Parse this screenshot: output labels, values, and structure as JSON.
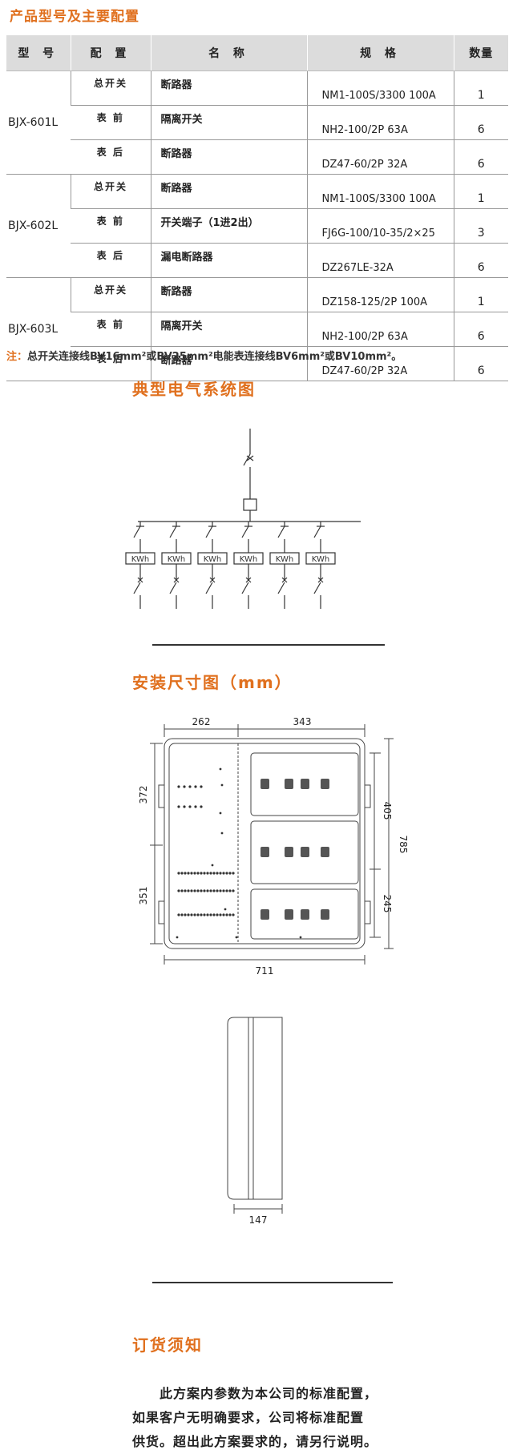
{
  "header": {
    "title": "产品型号及主要配置"
  },
  "table": {
    "headers": [
      "型 号",
      "配 置",
      "名 称",
      "规 格",
      "数量"
    ],
    "groups": [
      {
        "model": "BJX-601L",
        "rows": [
          {
            "config": "总开关",
            "name": "断路器",
            "spec": "NM1-100S/3300 100A",
            "qty": "1"
          },
          {
            "config": "表 前",
            "name": "隔离开关",
            "spec": "NH2-100/2P 63A",
            "qty": "6"
          },
          {
            "config": "表 后",
            "name": "断路器",
            "spec": "DZ47-60/2P 32A",
            "qty": "6"
          }
        ]
      },
      {
        "model": "BJX-602L",
        "rows": [
          {
            "config": "总开关",
            "name": "断路器",
            "spec": "NM1-100S/3300 100A",
            "qty": "1"
          },
          {
            "config": "表 前",
            "name": "开关端子（1进2出）",
            "spec": "FJ6G-100/10-35/2×25",
            "qty": "3"
          },
          {
            "config": "表 后",
            "name": "漏电断路器",
            "spec": "DZ267LE-32A",
            "qty": "6"
          }
        ]
      },
      {
        "model": "BJX-603L",
        "rows": [
          {
            "config": "总开关",
            "name": "断路器",
            "spec": "DZ158-125/2P 100A",
            "qty": "1"
          },
          {
            "config": "表 前",
            "name": "隔离开关",
            "spec": "NH2-100/2P 63A",
            "qty": "6"
          },
          {
            "config": "表 后",
            "name": "断路器",
            "spec": "DZ47-60/2P 32A",
            "qty": "6"
          }
        ]
      }
    ]
  },
  "note": {
    "label": "注：",
    "text": "总开关连接线BV16mm²或BV25mm²电能表连接线BV6mm²或BV10mm²。"
  },
  "electrical": {
    "title": "典型电气系统图",
    "meter_label": "KWh",
    "meter_count": 6
  },
  "dimensions": {
    "title": "安装尺寸图（mm）",
    "top_left": "262",
    "top_right": "343",
    "left_top": "372",
    "left_bottom": "351",
    "right_top": "405",
    "right_bottom": "245",
    "right_total": "785",
    "bottom": "711",
    "depth": "147"
  },
  "order": {
    "title": "订货须知",
    "lines": [
      "此方案内参数为本公司的标准配置，",
      "如果客户无明确要求，公司将标准配置",
      "供货。超出此方案要求的，请另行说明。"
    ]
  }
}
